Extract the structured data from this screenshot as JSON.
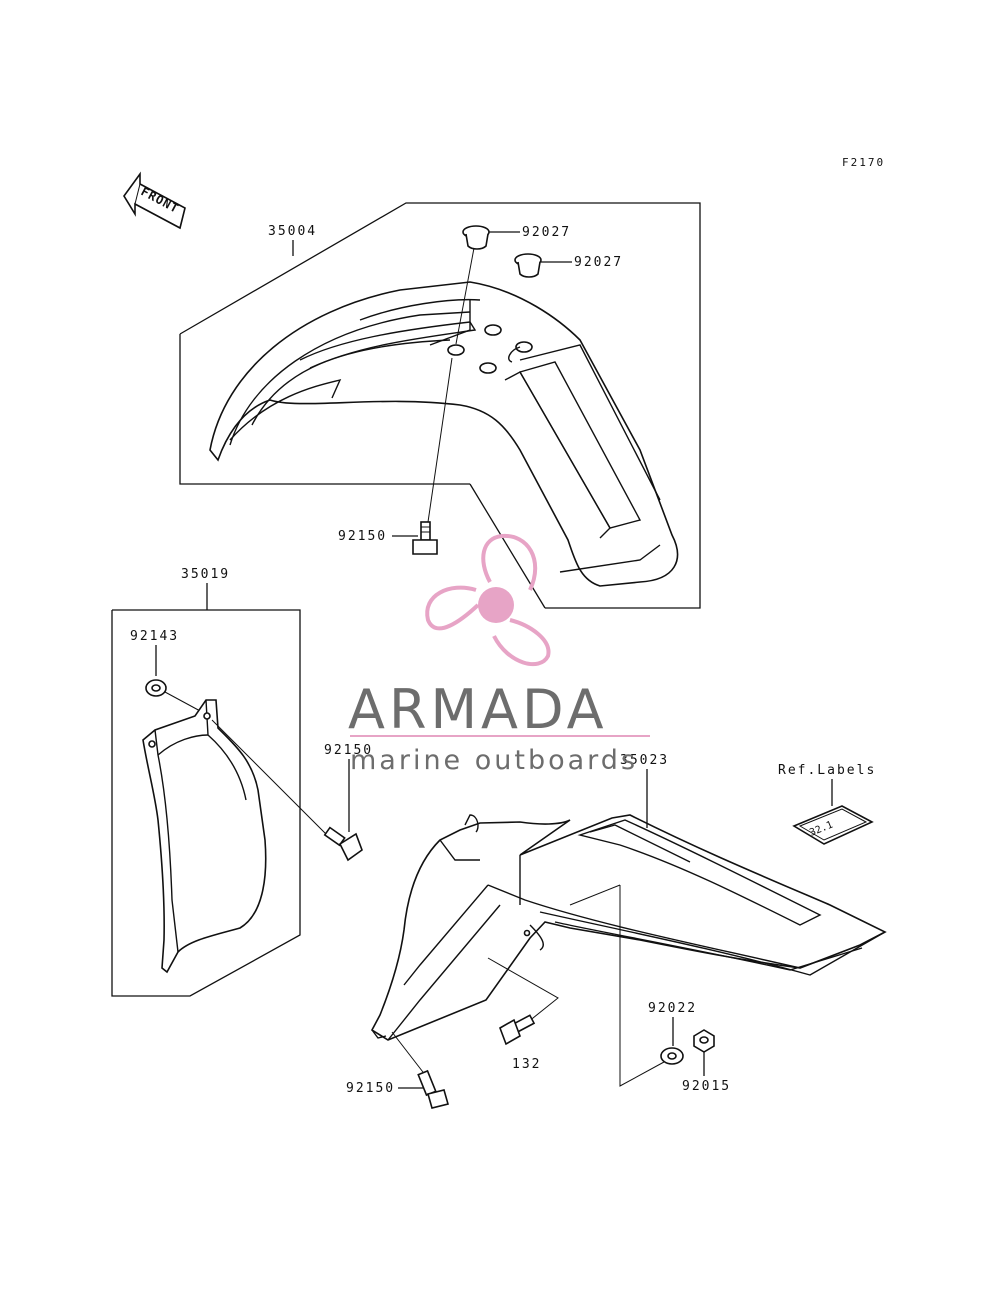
{
  "figure_code": "F2170",
  "front_label": "FRONT",
  "parts": {
    "front_fender": "35004",
    "damper_top_a": "92027",
    "damper_top_b": "92027",
    "front_fender_bolt": "92150",
    "flap": "35019",
    "flap_washer": "92143",
    "flap_bolt": "92150",
    "rear_fender": "35023",
    "rear_bolt_center": "132",
    "rear_washer": "92022",
    "rear_nut": "92015",
    "rear_fender_bolt": "92150"
  },
  "ref_labels": {
    "title": "Ref.Labels",
    "tag_text": "32.1"
  },
  "watermark": {
    "brand": "ARMADA",
    "tagline": "marine outboards",
    "logo_color": "#e7a4c6",
    "text_color": "#6d6d6d"
  }
}
